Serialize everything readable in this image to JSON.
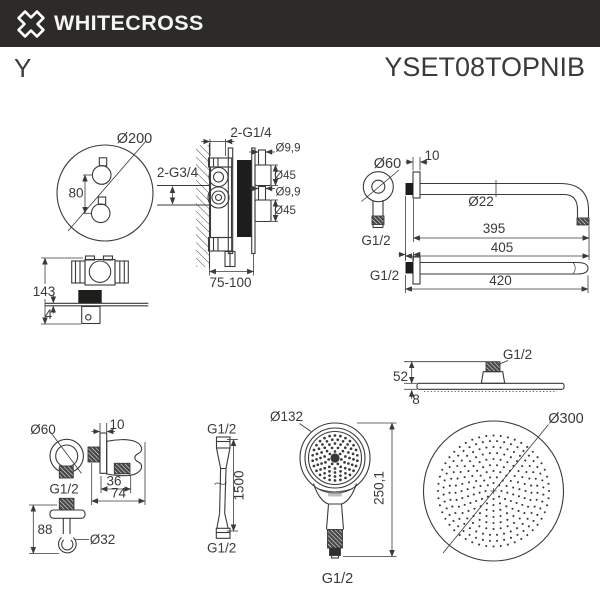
{
  "colors": {
    "header-bg": "#2d2b2a",
    "line": "#3a3a3a",
    "fill-dark": "#1d1d1b",
    "paper": "#ffffff"
  },
  "header": {
    "brand": "WHITECROSS",
    "logo_icon": "whitecross-x-logo"
  },
  "subheader": {
    "series": "Y",
    "model": "YSET08TOPNIB"
  },
  "drawings": {
    "mixer_front": {
      "diameter": "Ø200",
      "handle_spacing": "80"
    },
    "mixer_side": {
      "top_ports": "2-G1/4",
      "side_ports": "2-G3/4",
      "stem_top": "Ø9,9",
      "knob_top": "Ø45",
      "stem_bottom": "Ø9,9",
      "knob_bottom": "Ø45",
      "mount_depth": "75-100"
    },
    "mixer_plan": {
      "height": "143",
      "plate_thickness": "4"
    },
    "arm": {
      "escutcheon": "Ø60",
      "plate_depth": "10",
      "tube": "Ø22",
      "length_to_bend": "395",
      "length_with_drop": "405",
      "thread": "G1/2",
      "thread2": "G1/2",
      "length_total": "420"
    },
    "head_side": {
      "thread": "G1/2",
      "height": "52",
      "edge": "8"
    },
    "head_plan": {
      "diameter": "Ø300"
    },
    "outlet": {
      "escutcheon": "Ø60",
      "plate_depth": "10",
      "thread": "G1/2",
      "holder_depth": "36",
      "total_depth": "74",
      "drop": "88",
      "elbow": "Ø32"
    },
    "hose": {
      "thread_top": "G1/2",
      "length": "1500",
      "thread_bottom": "G1/2"
    },
    "hand_shower": {
      "head": "Ø132",
      "length": "250,1",
      "thread": "G1/2"
    }
  }
}
